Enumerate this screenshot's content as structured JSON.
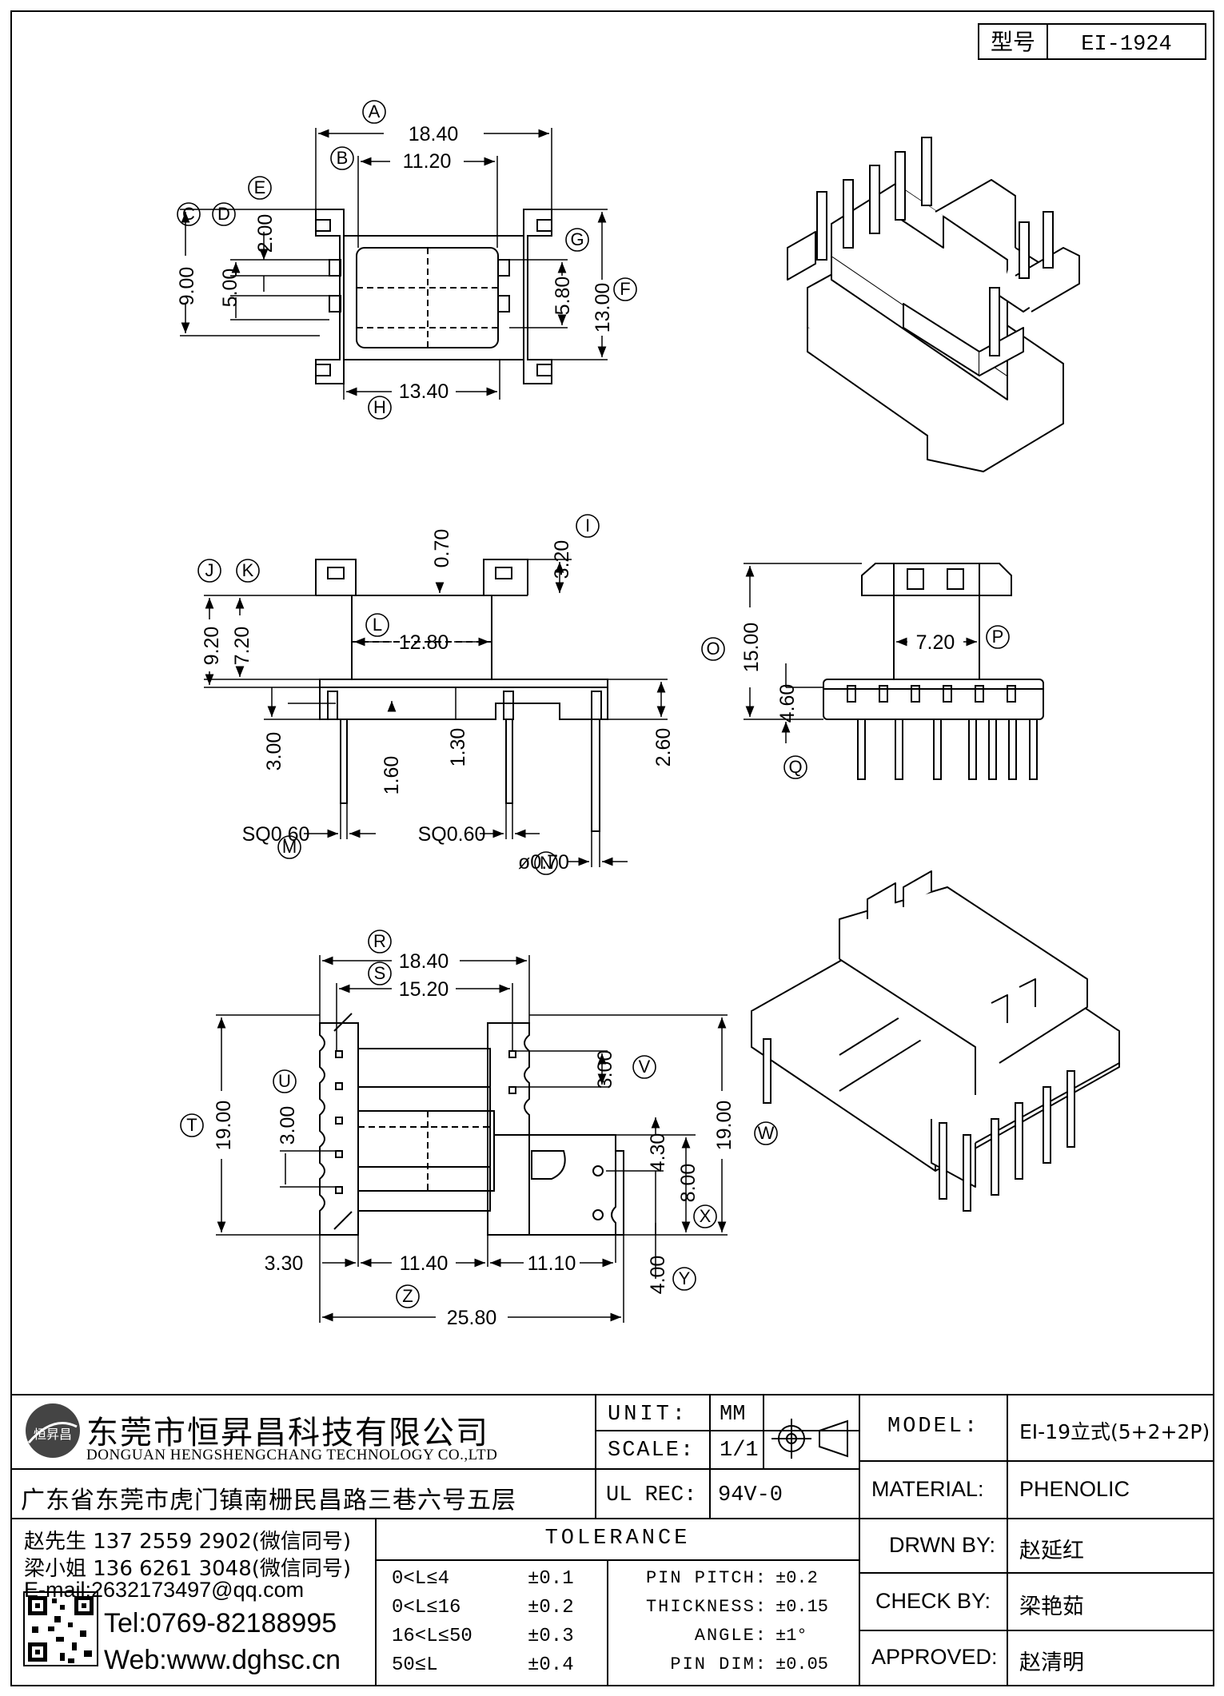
{
  "part_box": {
    "label": "型号",
    "value": "EI-1924"
  },
  "top_view": {
    "A": "18.40",
    "B": "11.20",
    "C": "9.00",
    "D": "5.00",
    "E": "2.00",
    "F": "13.00",
    "G": "5.80",
    "H": "13.40"
  },
  "front_view": {
    "I": "3.20",
    "K": "0.70",
    "J": "9.20",
    "K2": "7.20",
    "L": "12.80",
    "v300": "3.00",
    "v160": "1.60",
    "v130": "1.30",
    "v260": "2.60",
    "M": "SQ0.60",
    "M2": "SQ0.60",
    "N": "ø0.70"
  },
  "side_view": {
    "O": "15.00",
    "P": "7.20",
    "Q": "4.60"
  },
  "bottom_view": {
    "R": "18.40",
    "S": "15.20",
    "T": "19.00",
    "U": "3.00",
    "V": "3.00",
    "W": "19.00",
    "X4": "4.30",
    "X": "8.00",
    "Y": "4.00",
    "h330": "3.30",
    "h1140": "11.40",
    "h1110": "11.10",
    "Z": "25.80"
  },
  "circle_labels": [
    "A",
    "B",
    "C",
    "D",
    "E",
    "F",
    "G",
    "H",
    "I",
    "J",
    "K",
    "L",
    "M",
    "N",
    "O",
    "P",
    "Q",
    "R",
    "S",
    "T",
    "U",
    "V",
    "W",
    "X",
    "Y",
    "Z"
  ],
  "company": {
    "name_cn": "东莞市恒昇昌科技有限公司",
    "name_en": "DONGUAN HENGSHENGCHANG TECHNOLOGY CO.,LTD",
    "address": "广东省东莞市虎门镇南栅民昌路三巷六号五层",
    "logo_text": "恒昇昌",
    "contact1": "赵先生 137 2559 2902(微信同号)",
    "contact2": "梁小姐 136 6261 3048(微信同号)",
    "email": "E-mail:2632173497@qq.com",
    "tel": "Tel:0769-82188995",
    "web": "Web:www.dghsc.cn"
  },
  "title_block": {
    "unit_label": "UNIT:",
    "unit_value": "MM",
    "scale_label": "SCALE:",
    "scale_value": "1/1",
    "ulrec_label": "UL REC:",
    "ulrec_value": "94V-0",
    "model_label": "MODEL:",
    "model_value": "EI-19立式(5+2+2P)",
    "material_label": "MATERIAL:",
    "material_value": "PHENOLIC",
    "drawn_label": "DRWN BY:",
    "drawn_value": "赵延红",
    "check_label": "CHECK BY:",
    "check_value": "梁艳茹",
    "approved_label": "APPROVED:",
    "approved_value": "赵清明"
  },
  "tolerance": {
    "title": "TOLERANCE",
    "rows": [
      {
        "range": "0<L≤4",
        "tol": "±0.1"
      },
      {
        "range": "0<L≤16",
        "tol": "±0.2"
      },
      {
        "range": "16<L≤50",
        "tol": "±0.3"
      },
      {
        "range": "50≤L",
        "tol": "±0.4"
      }
    ],
    "specs": [
      {
        "name": "PIN PITCH:",
        "tol": "±0.2"
      },
      {
        "name": "THICKNESS:",
        "tol": "±0.15"
      },
      {
        "name": "ANGLE:",
        "tol": "±1°"
      },
      {
        "name": "PIN DIM:",
        "tol": "±0.05"
      }
    ]
  }
}
